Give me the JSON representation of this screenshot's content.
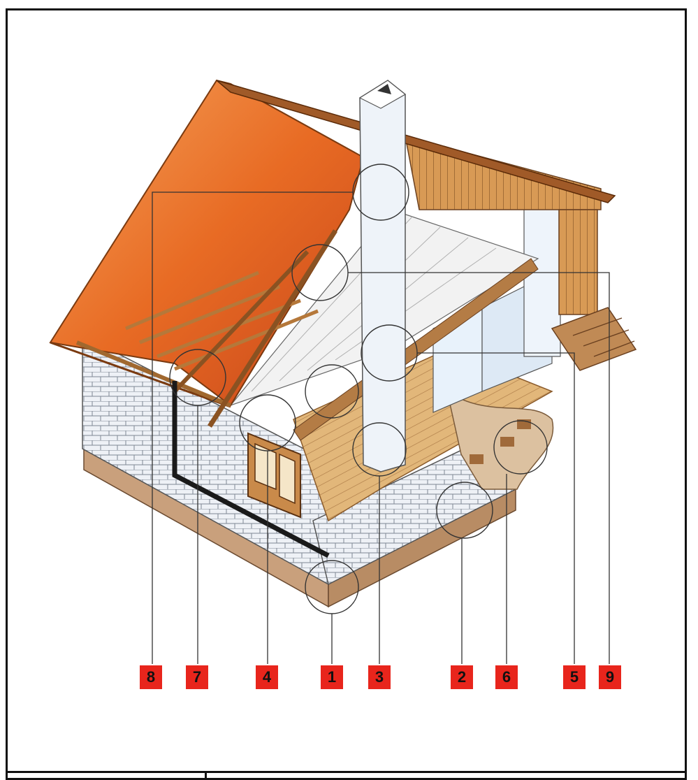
{
  "callouts": [
    {
      "id": "8",
      "label": "8"
    },
    {
      "id": "7",
      "label": "7"
    },
    {
      "id": "4",
      "label": "4"
    },
    {
      "id": "1",
      "label": "1"
    },
    {
      "id": "3",
      "label": "3"
    },
    {
      "id": "2",
      "label": "2"
    },
    {
      "id": "6",
      "label": "6"
    },
    {
      "id": "5",
      "label": "5"
    },
    {
      "id": "9",
      "label": "9"
    }
  ],
  "colors": {
    "callout_bg": "#e8251c",
    "roof": "#e4702a",
    "wood": "#c98a4a",
    "brick": "#eef0f4",
    "foundation": "#c9a07c"
  }
}
